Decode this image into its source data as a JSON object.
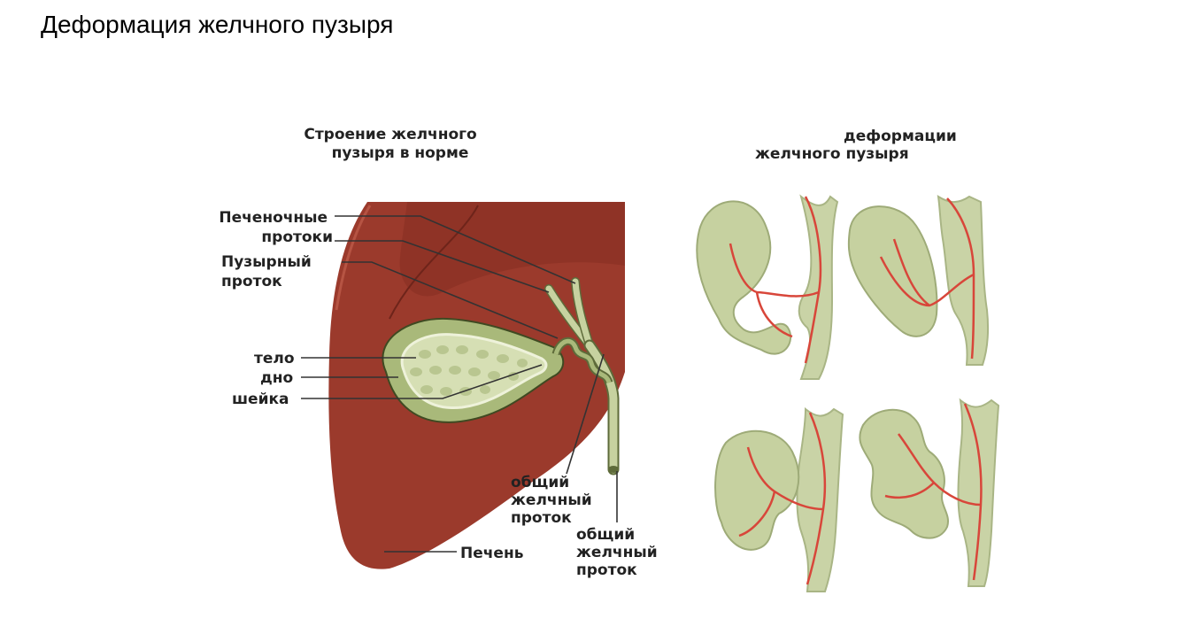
{
  "slide": {
    "title": "Деформация желчного пузыря"
  },
  "normal_panel": {
    "heading": [
      "Строение желчного",
      "пузыря в норме"
    ],
    "labels": {
      "hepatic_ducts": [
        "Печеночные",
        "протоки"
      ],
      "cystic_duct": [
        "Пузырный",
        "проток"
      ],
      "body": "тело",
      "fundus": "дно",
      "neck": "шейка",
      "common_bile_duct_1": [
        "общий",
        "желчный",
        "проток"
      ],
      "common_bile_duct_2": [
        "общий",
        "желчный",
        "проток"
      ],
      "liver": "Печень"
    }
  },
  "deformation_panel": {
    "heading": [
      "деформации",
      "желчного пузыря"
    ]
  },
  "colors": {
    "liver": "#9b3a2c",
    "liver_shadow": "#7e2a1f",
    "gallbladder_outer": "#a9b97a",
    "gallbladder_inner": "#c9d4a2",
    "gallbladder_fill": "#d6dfb4",
    "vessel": "#d8463a",
    "duct": "#c7d2a0",
    "duct_outline": "#5e6b3a"
  }
}
